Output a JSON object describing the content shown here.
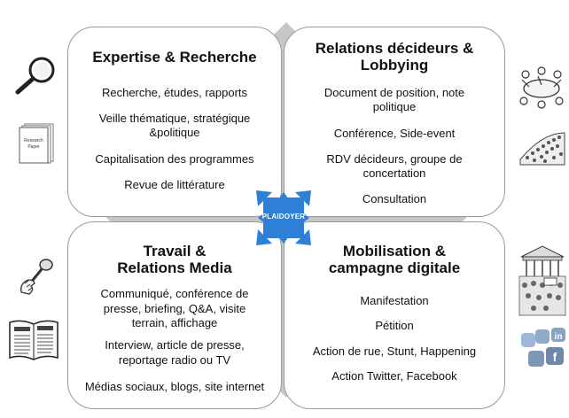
{
  "center": {
    "label": "PLAIDOYER"
  },
  "quadrants": {
    "tl": {
      "title": "Expertise & Recherche",
      "items": [
        "Recherche, études, rapports",
        "Veille thématique, stratégique",
        "&politique",
        "Capitalisation des programmes",
        "Revue de littérature"
      ]
    },
    "tr": {
      "title_line1": "Relations décideurs &",
      "title_line2": "Lobbying",
      "items": [
        "Document de position, note",
        "politique",
        "Conférence, Side-event",
        "RDV décideurs, groupe de",
        "concertation",
        "Consultation"
      ]
    },
    "bl": {
      "title_line1": "Travail &",
      "title_line2": "Relations Media",
      "items": [
        "Communiqué, conférence de",
        "presse, briefing, Q&A, visite",
        "terrain, affichage",
        "Interview, article de presse,",
        "reportage radio ou TV",
        "Médias sociaux, blogs, site internet"
      ]
    },
    "br": {
      "title_line1": "Mobilisation &",
      "title_line2": "campagne digitale",
      "items": [
        "Manifestation",
        "Pétition",
        "Action de rue, Stunt, Happening",
        "Action Twitter, Facebook"
      ]
    }
  },
  "icons": {
    "research_paper_line1": "Research",
    "research_paper_line2": "Paper"
  }
}
